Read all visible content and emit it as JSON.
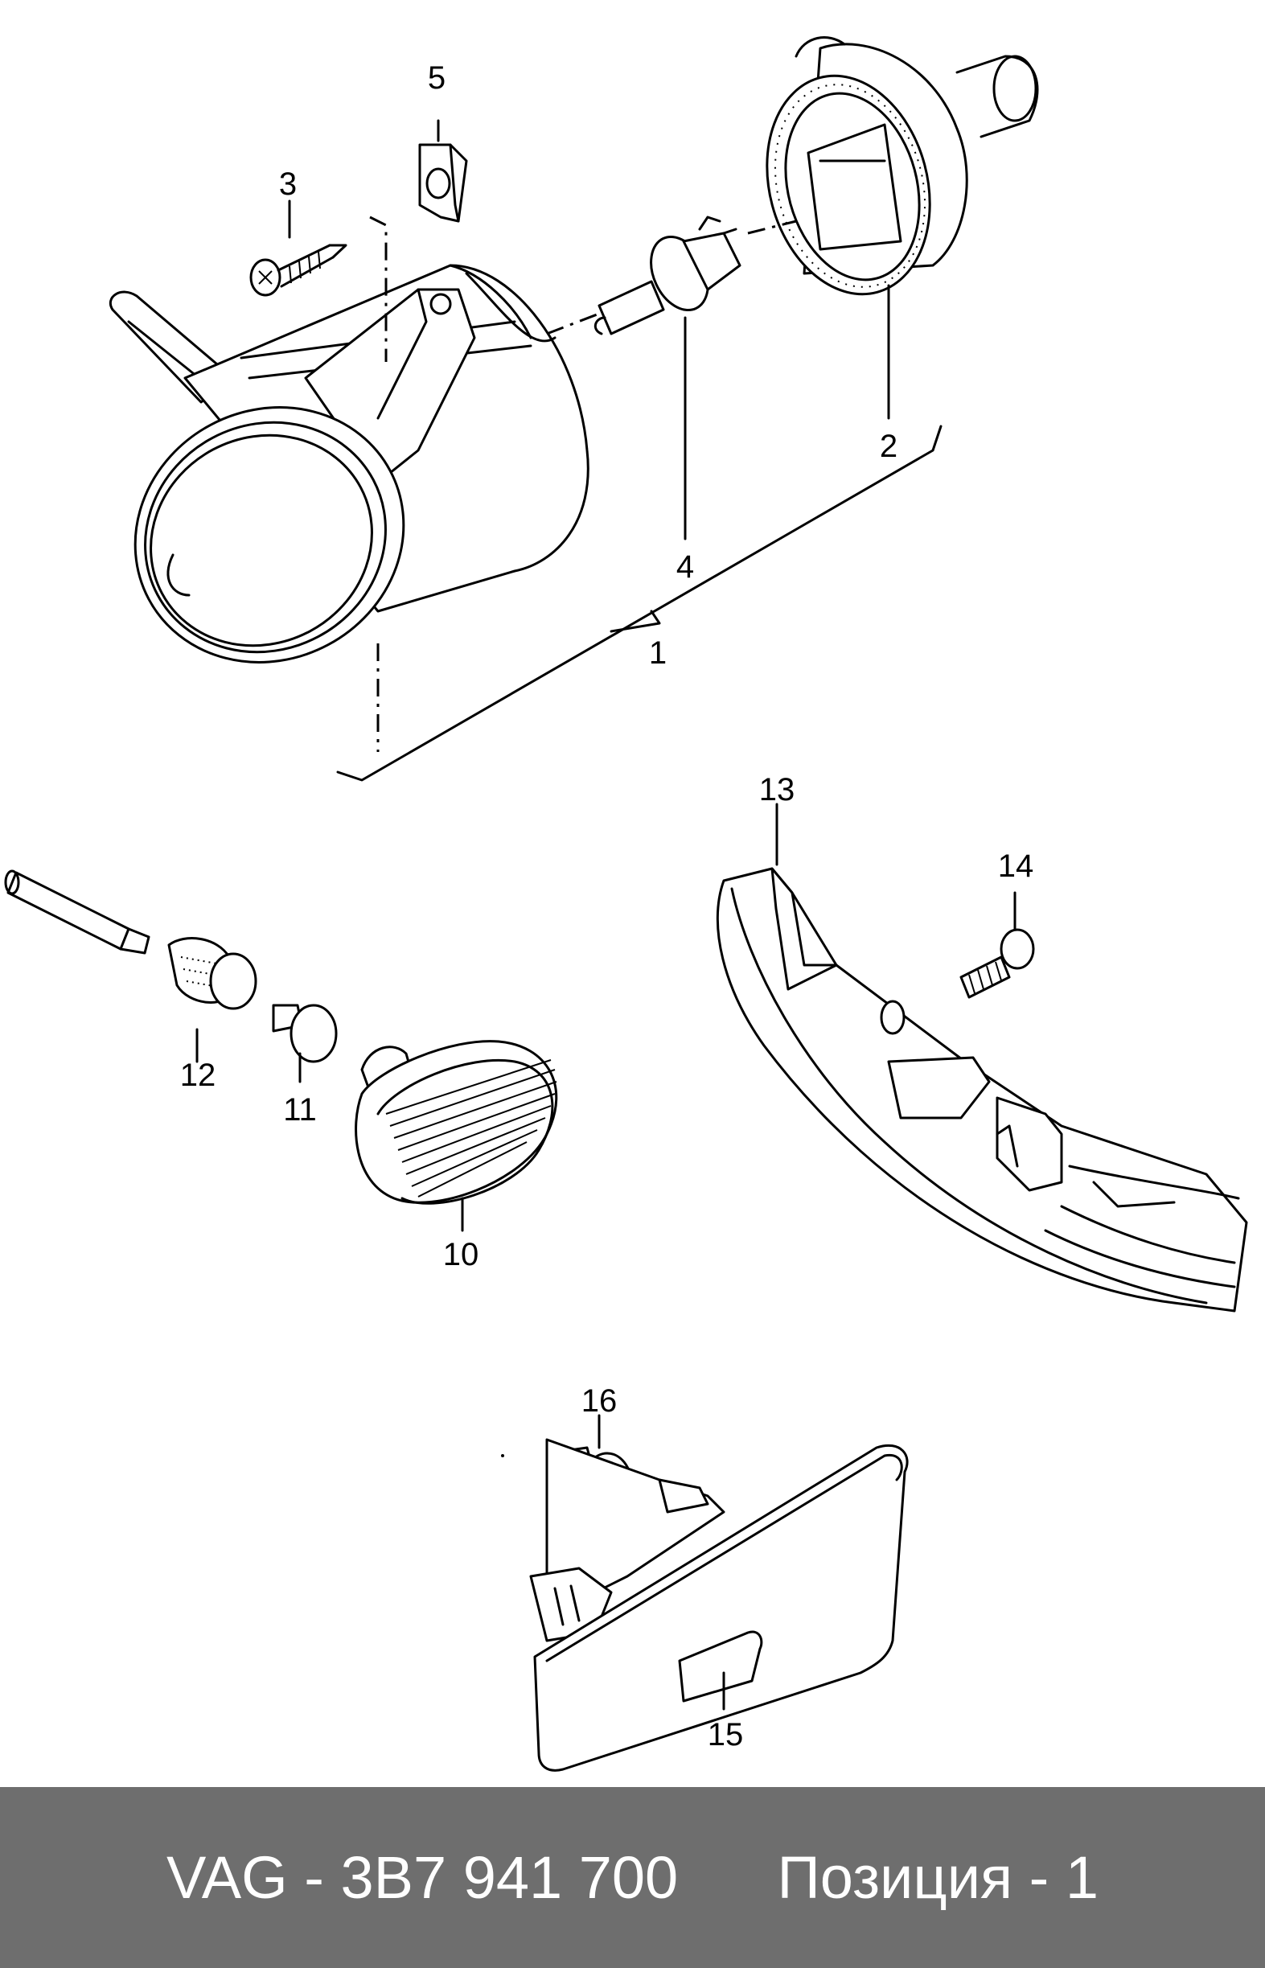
{
  "diagram": {
    "labels": [
      "1",
      "2",
      "3",
      "4",
      "5",
      "10",
      "11",
      "12",
      "13",
      "14",
      "15",
      "16"
    ]
  },
  "footer": {
    "text": "VAG - 3B7 941 700      Позиция - 1",
    "background": "#6e6e6e",
    "text_color": "#ffffff"
  }
}
